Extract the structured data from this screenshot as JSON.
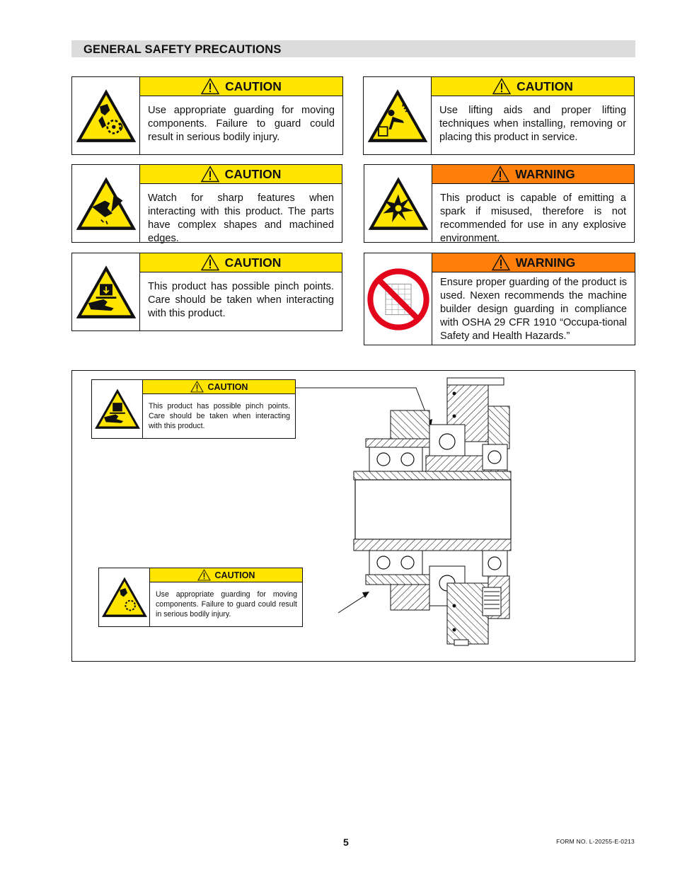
{
  "section_title": "GENERAL SAFETY PRECAUTIONS",
  "signs": [
    {
      "header": "CAUTION",
      "body": "Use appropriate guarding for moving components. Failure to guard could result in serious bodily injury.",
      "icon": "moving-parts-hazard-icon"
    },
    {
      "header": "CAUTION",
      "body": "Use lifting aids and proper lifting techniques when installing, removing or placing this product in service.",
      "icon": "lifting-hazard-icon"
    },
    {
      "header": "CAUTION",
      "body": "Watch for sharp features when interacting with this product. The parts have complex shapes and machined edges.",
      "icon": "cut-hand-hazard-icon"
    },
    {
      "header": "WARNING",
      "body": "This product is capable of emitting a spark if misused, therefore is not recommended for use in any explosive environment.",
      "icon": "explosion-hazard-icon"
    },
    {
      "header": "CAUTION",
      "body": "This product has possible pinch points. Care should be taken when interacting with this product.",
      "icon": "pinch-point-hazard-icon"
    },
    {
      "header": "WARNING",
      "body": "Ensure proper guarding of the product is used. Nexen recommends the machine builder design guarding in compliance with OSHA 29 CFR 1910 “Occupa-tional Safety and Health Hazards.”",
      "icon": "no-guard-removal-icon"
    }
  ],
  "diagram": {
    "callout_pinch": {
      "header": "CAUTION",
      "body": "This product has possible pinch points. Care should be taken when interacting with this product."
    },
    "callout_guard": {
      "header": "CAUTION",
      "body": "Use appropriate guarding for moving components. Failure to guard could result in serious bodily injury."
    }
  },
  "footer": {
    "page_number": "5",
    "form_number": "FORM NO. L-20255-E-0213"
  },
  "colors": {
    "caution_yellow": "#ffe500",
    "warning_orange": "#ff7f0a",
    "prohibition_red": "#e3051b"
  }
}
